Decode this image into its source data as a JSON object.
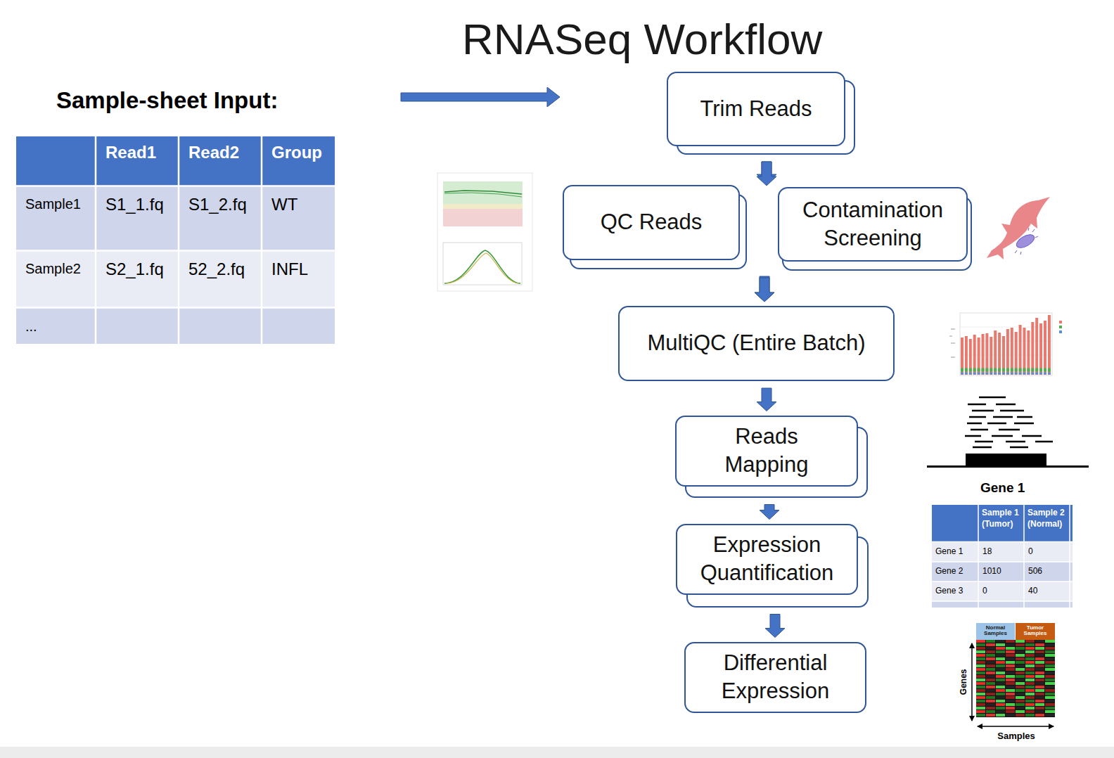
{
  "diagram": {
    "title": "RNASeq Workflow",
    "nodes": [
      {
        "text": [
          "Trim Reads"
        ]
      },
      {
        "text": [
          "QC Reads"
        ]
      },
      {
        "text": [
          "Contamination Screening"
        ]
      },
      {
        "text": [
          "MultiQC (Entire Batch)"
        ]
      },
      {
        "text": [
          "Reads Mapping"
        ]
      },
      {
        "text": [
          "Expression Quantification"
        ]
      },
      {
        "text": [
          "Differential Expression"
        ]
      }
    ],
    "edges": [
      {
        "from": 0,
        "to": 1,
        "arrow": "to"
      },
      {
        "from": 0,
        "to": 2,
        "arrow": "to"
      },
      {
        "from": 1,
        "to": 3,
        "arrow": "to"
      },
      {
        "from": 2,
        "to": 3,
        "arrow": "to"
      },
      {
        "from": 3,
        "to": 4,
        "arrow": "to"
      },
      {
        "from": 4,
        "to": 5,
        "arrow": "to"
      },
      {
        "from": 5,
        "to": 6,
        "arrow": "to"
      }
    ],
    "labels": [
      "Sample-sheet Input:",
      "Read1",
      "Read2",
      "Group",
      "Sample1",
      "S1_1.fq",
      "S1_2.fq",
      "WT",
      "Sample2",
      "S2_1.fq",
      "52_2.fq",
      "INFL",
      "...",
      "Gene 1",
      "Sample 1 (Tumor)",
      "Sample 2 (Normal)",
      "Gene 1",
      "18",
      "0",
      "Gene 2",
      "1010",
      "506",
      "Gene 3",
      "0",
      "40",
      "Normal Samples",
      "Tumor Samples",
      "Genes",
      "Samples"
    ]
  }
}
